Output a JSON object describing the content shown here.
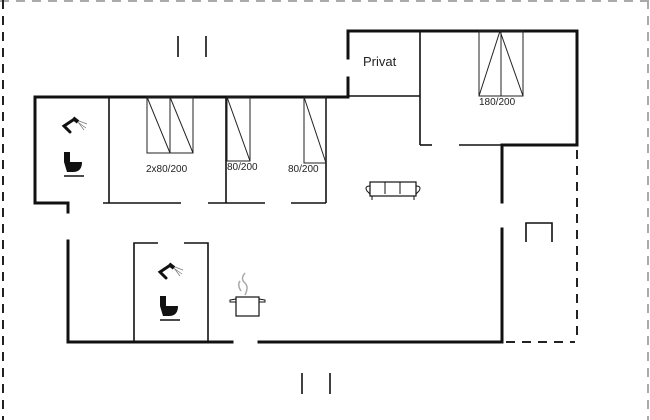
{
  "floorplan": {
    "rooms": {
      "privat": "Privat"
    },
    "beds": [
      {
        "label": "2x80/200"
      },
      {
        "label": "80/200"
      },
      {
        "label": "80/200"
      },
      {
        "label": "180/200"
      }
    ],
    "icons": [
      "shower-icon",
      "toilet-icon",
      "sofa-icon",
      "cooking-pot-icon"
    ],
    "colors": {
      "wall": "#111111",
      "background": "#ffffff",
      "steam": "#aaaaaa"
    }
  }
}
